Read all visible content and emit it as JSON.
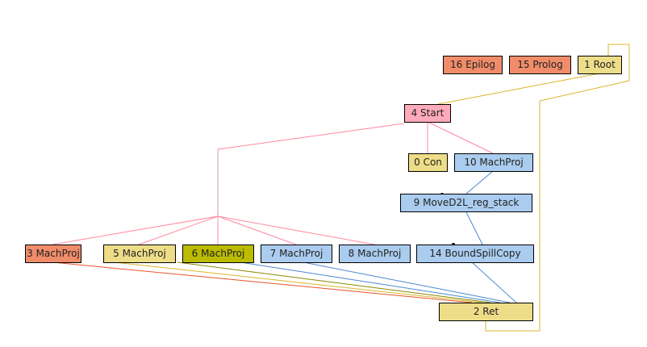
{
  "colors": {
    "salmon": "#f08c6a",
    "yellow": "#eedd88",
    "olive": "#bbbb00",
    "blue": "#aaccee",
    "pink": "#ffaabb",
    "edge_yellow": "#d9b52a",
    "edge_pink": "#ff88a0",
    "edge_blue": "#4a88cc",
    "edge_red": "#e8542c",
    "edge_olive": "#888800"
  },
  "nodes": {
    "n16": {
      "label": "16 Epilog"
    },
    "n15": {
      "label": "15 Prolog"
    },
    "n1": {
      "label": "1 Root"
    },
    "n4": {
      "label": "4 Start"
    },
    "n0": {
      "label": "0 Con"
    },
    "n10": {
      "label": "10 MachProj"
    },
    "n9": {
      "label": "9 MoveD2L_reg_stack"
    },
    "n3": {
      "label": "3 MachProj"
    },
    "n5": {
      "label": "5 MachProj"
    },
    "n6": {
      "label": "6 MachProj"
    },
    "n7": {
      "label": "7 MachProj"
    },
    "n8": {
      "label": "8 MachProj"
    },
    "n14": {
      "label": "14 BoundSpillCopy"
    },
    "n2": {
      "label": "2 Ret"
    }
  }
}
